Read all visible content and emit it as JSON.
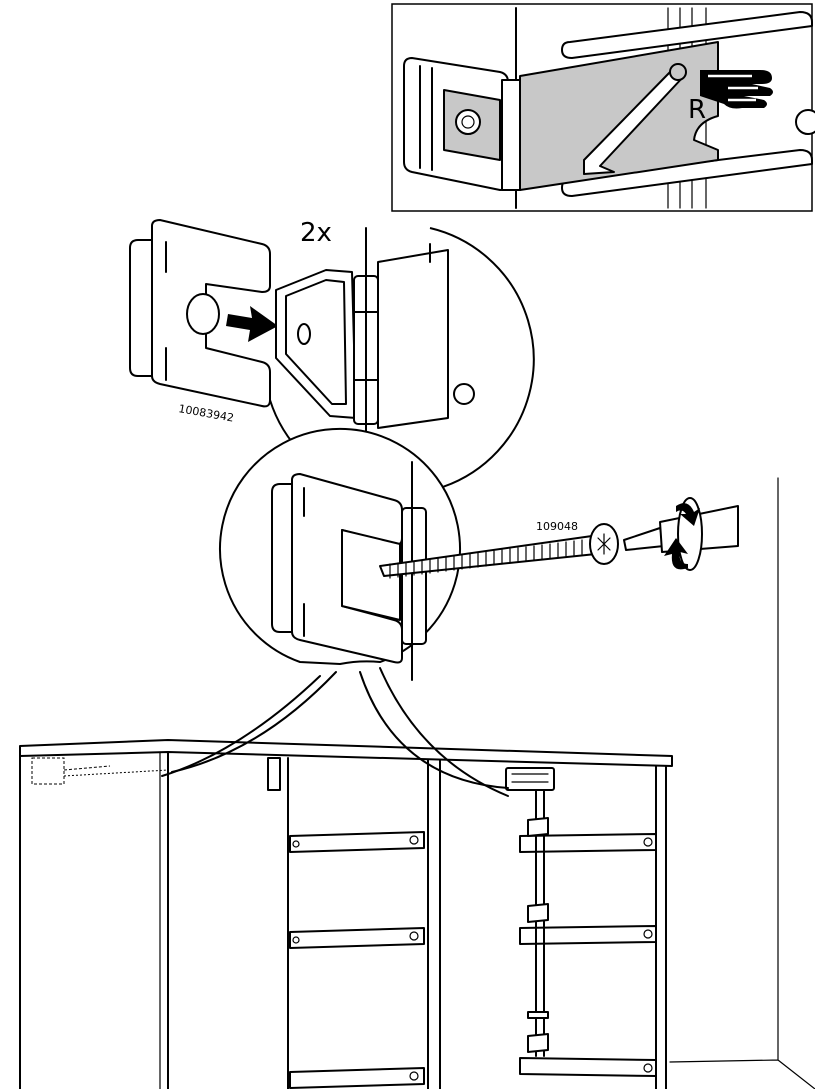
{
  "detail_top": {
    "side_letter": "R",
    "icon": "pointing-hand-icon"
  },
  "detail_middle": {
    "quantity": "2x",
    "part_number": "10083942",
    "icon": "arrow-right-icon"
  },
  "detail_bottom": {
    "part_number": "109048",
    "icon": "rotate-clockwise-icon"
  },
  "colors": {
    "line": "#000000",
    "plate_fill": "#c8c8c8",
    "background": "#ffffff"
  }
}
